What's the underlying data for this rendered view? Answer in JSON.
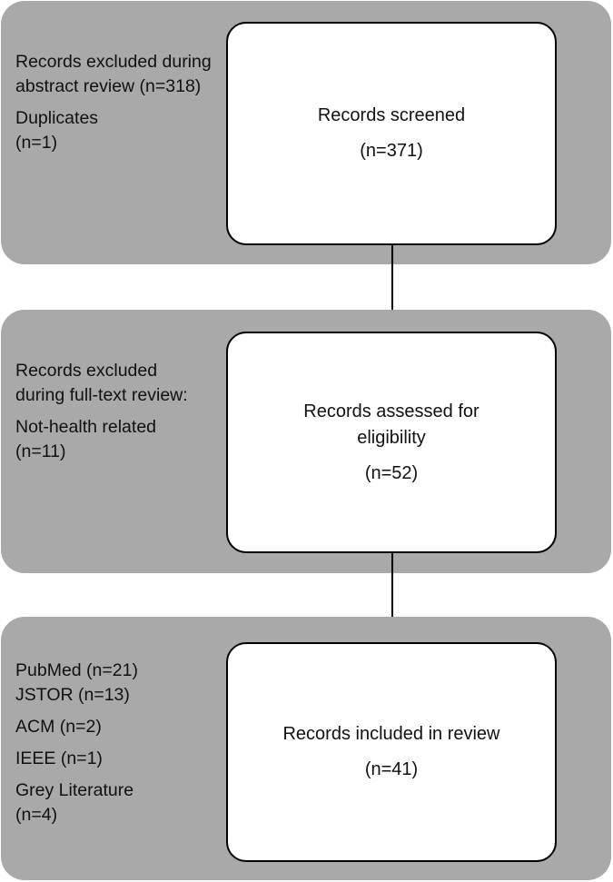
{
  "stage1": {
    "excluded_label": "Records excluded during abstract review (n=318)",
    "duplicates_label": "Duplicates (n=1)",
    "box_title": "Records screened",
    "box_count": "(n=371)"
  },
  "stage2": {
    "excluded_label": "Records excluded during full-text review:",
    "reason_label": "Not-health related (n=11)",
    "box_title": "Records assessed for eligibility",
    "box_count": "(n=52)"
  },
  "stage3": {
    "sources": [
      "PubMed (n=21)",
      "JSTOR (n=13)",
      "ACM (n=2)",
      "IEEE (n=1)",
      "Grey Literature (n=4)"
    ],
    "box_title": "Records included in review",
    "box_count": "(n=41)"
  }
}
